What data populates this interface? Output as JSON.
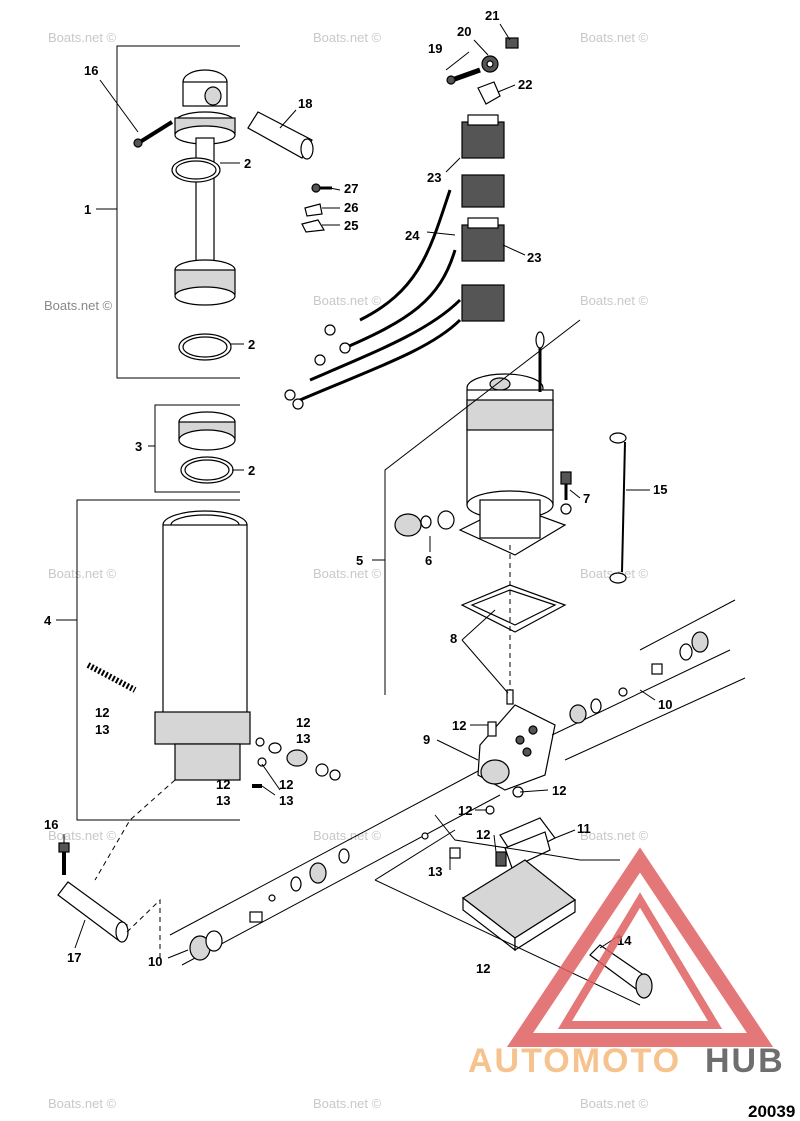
{
  "watermark_text": "Boats.net ©",
  "logo": {
    "text_light": "AUTOMOTO",
    "text_dark": "HUB",
    "color_light": "#f5b87a",
    "color_dark": "#555555",
    "triangle_color": "#e06060"
  },
  "part_number": "20039",
  "callouts": {
    "c1": "1",
    "c2a": "2",
    "c2b": "2",
    "c2c": "2",
    "c3": "3",
    "c4": "4",
    "c5": "5",
    "c6": "6",
    "c7": "7",
    "c8": "8",
    "c9": "9",
    "c10a": "10",
    "c10b": "10",
    "c11": "11",
    "c12a": "12",
    "c12b": "12",
    "c12c": "12",
    "c12d": "12",
    "c12e": "12",
    "c12f": "12",
    "c12g": "12",
    "c12h": "12",
    "c12i": "12",
    "c13a": "13",
    "c13b": "13",
    "c13c": "13",
    "c13d": "13",
    "c13e": "13",
    "c14": "14",
    "c15": "15",
    "c16a": "16",
    "c16b": "16",
    "c17": "17",
    "c18": "18",
    "c19": "19",
    "c20": "20",
    "c21": "21",
    "c22": "22",
    "c23a": "23",
    "c23b": "23",
    "c24": "24",
    "c25": "25",
    "c26": "26",
    "c27": "27"
  }
}
